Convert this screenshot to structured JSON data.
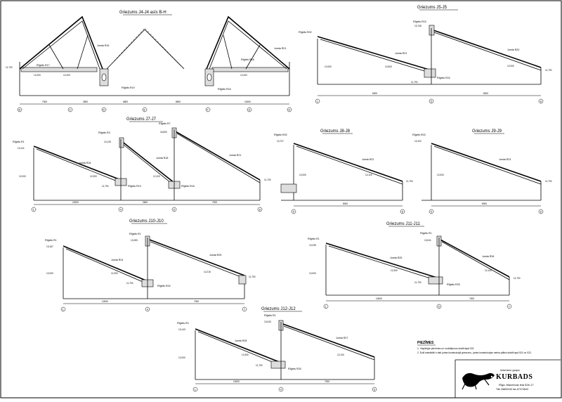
{
  "sections": {
    "s1": {
      "title": "Griezums J4-J4 asīs B-H",
      "dims": [
        "7000",
        "2800",
        "6800",
        "8600",
        "10000"
      ],
      "grid": [
        "B",
        "C",
        "D",
        "E",
        "F",
        "G",
        "H"
      ],
      "levels": [
        "11,700",
        "12,200",
        "12,200",
        "12,200"
      ],
      "labels": [
        "Rīģelis R17",
        "Jumta R16",
        "Rīģelis R18",
        "Jumta R21",
        "Rīģelis R16",
        "Rīģelis R19"
      ]
    },
    "s2": {
      "title": "Griezums J5-J5",
      "dims": [
        "6000",
        "8000"
      ],
      "grid": [
        "1",
        "5",
        "8"
      ],
      "levels": [
        "13,745",
        "12,000",
        "12,600",
        "11,700",
        "12,000",
        "11,700"
      ],
      "labels": [
        "Rīģelis R02",
        "Rīģelis R15",
        "Jumta R21",
        "Jumta R20",
        "Rīģelis R24"
      ]
    },
    "s3": {
      "title": "Griezums J7-J7",
      "dims": [
        "10000",
        "2600",
        "7000"
      ],
      "grid": [
        "1",
        "4",
        "5",
        "8"
      ],
      "levels": [
        "13,141",
        "13,125",
        "16,500",
        "12,000",
        "12,300",
        "12,115",
        "11,700",
        "11,700"
      ],
      "labels": [
        "Rīģelis R1",
        "Rīģelis R3",
        "Rīģelis R7",
        "Jumta R18",
        "Jumta R18",
        "Jumta R21",
        "Rīģelis R19",
        "Rīģelis R18"
      ]
    },
    "s4": {
      "title": "Griezums J8-J8",
      "dims": [
        "8000"
      ],
      "grid": [
        "5",
        "8"
      ],
      "levels": [
        "13,727",
        "12,000",
        "12,115",
        "11,700"
      ],
      "labels": [
        "Rīģelis R02",
        "Jumta R22"
      ]
    },
    "s5": {
      "title": "Griezums J9-J9",
      "dims": [
        "8000"
      ],
      "grid": [
        "5",
        "8"
      ],
      "levels": [
        "13,102",
        "12,000",
        "11,700"
      ],
      "labels": [
        "Rīģelis R03",
        "Jumta R23"
      ]
    },
    "s6": {
      "title": "Griezums J10-J10",
      "dims": [
        "10000",
        "7000"
      ],
      "grid": [
        "1",
        "4",
        "7"
      ],
      "levels": [
        "13,167",
        "13,283",
        "12,000",
        "12,300",
        "11,700",
        "12,215",
        "11,700"
      ],
      "labels": [
        "Rīģelis R1",
        "Rīģelis R1",
        "Jumta R24",
        "Jumta R25",
        "Rīģelis R24"
      ]
    },
    "s7": {
      "title": "Griezums J11-J11",
      "dims": [
        "10000",
        "7000"
      ],
      "grid": [
        "1",
        "5",
        "7"
      ],
      "levels": [
        "13,235",
        "13,041",
        "12,000",
        "12,300",
        "11,700",
        "12,115",
        "11,700"
      ],
      "labels": [
        "Rīģelis R1",
        "Rīģelis R1",
        "Jumta R25",
        "Jumta R26",
        "Rīģelis R25"
      ]
    },
    "s8": {
      "title": "Griezums J12-J12",
      "dims": [
        "10000",
        "7000"
      ],
      "grid": [
        "1",
        "4",
        "5"
      ],
      "levels": [
        "13,143",
        "13,043",
        "12,000",
        "12,300",
        "11,700",
        "12,100"
      ],
      "labels": [
        "Rīģelis R3",
        "Rīģelis R1",
        "Jumta R28",
        "Jumta R27",
        "Rīģelis R25"
      ]
    }
  },
  "notes": {
    "heading": "PIEZĪMES",
    "items": [
      "1. Vispārīgie piezīmes un norādījumus skatīt lapā 001",
      "2. Dziļi iestrādāti ir dati jumta konstrukcijā griezumu, jumta konstrukcijas melna plāksi skatīt lapā 021 un 022."
    ]
  },
  "logo": {
    "company_small": "inženieru grupa",
    "company": "KURBADS",
    "address": "Rīga, Maiznīcas iela 52b-17",
    "contacts": "Tālr 28800240 fax.67374643"
  }
}
